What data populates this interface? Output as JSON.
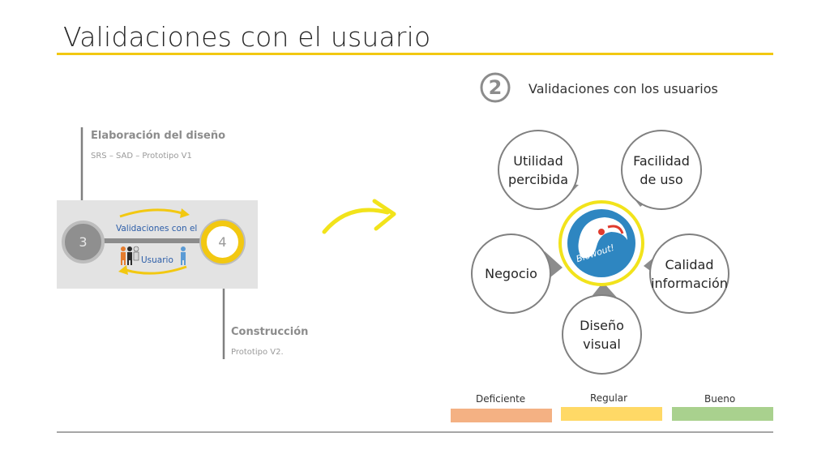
{
  "slide": {
    "title": "Validaciones con el usuario"
  },
  "left": {
    "design_title": "Elaboración del diseño",
    "design_sub": "SRS – SAD – Prototipo V1",
    "step3": "3",
    "step4": "4",
    "validation_label": "Validaciones con el",
    "user_label": "Usuario",
    "construction_title": "Construcción",
    "construction_sub": "Prototipo V2."
  },
  "right": {
    "step_number": "2",
    "heading": "Validaciones con los usuarios",
    "logo_text": "Blowout!",
    "bubbles": {
      "utilidad": [
        "Utilidad",
        "percibida"
      ],
      "facilidad": [
        "Facilidad",
        "de uso"
      ],
      "negocio": [
        "Negocio"
      ],
      "calidad": [
        "Calidad",
        "información"
      ],
      "diseno": [
        "Diseño",
        "visual"
      ]
    }
  },
  "legend": [
    {
      "label": "Deficiente",
      "color": "#f4b183"
    },
    {
      "label": "Regular",
      "color": "#ffd966"
    },
    {
      "label": "Bueno",
      "color": "#a9d18e"
    }
  ],
  "colors": {
    "accent": "#f2c811",
    "logo_blue": "#2e86c1"
  }
}
